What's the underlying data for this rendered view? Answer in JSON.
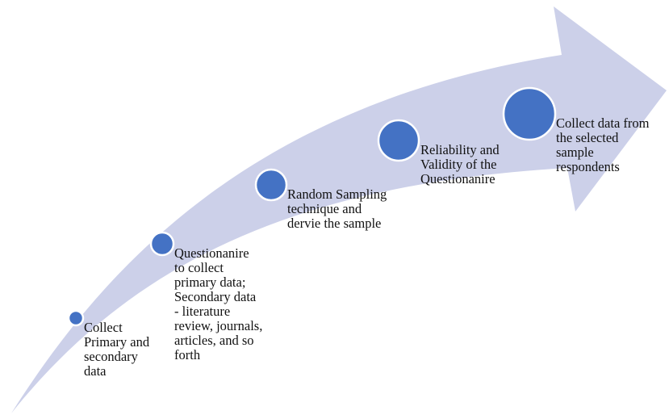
{
  "diagram": {
    "arrow_color": "#ccd0e9",
    "node_color": "#4472c4",
    "node_border_color": "#ffffff",
    "steps": [
      {
        "label": "Collect\nPrimary and\nsecondary\ndata"
      },
      {
        "label": "Questionanire\nto collect\nprimary data;\nSecondary data\n- literature\nreview, journals,\narticles, and so\nforth"
      },
      {
        "label": "Random Sampling\ntechnique and\ndervie the sample"
      },
      {
        "label": "Reliability and\nValidity of the\nQuestionanire"
      },
      {
        "label": "Collect data from\nthe selected\nsample\nrespondents"
      }
    ]
  }
}
